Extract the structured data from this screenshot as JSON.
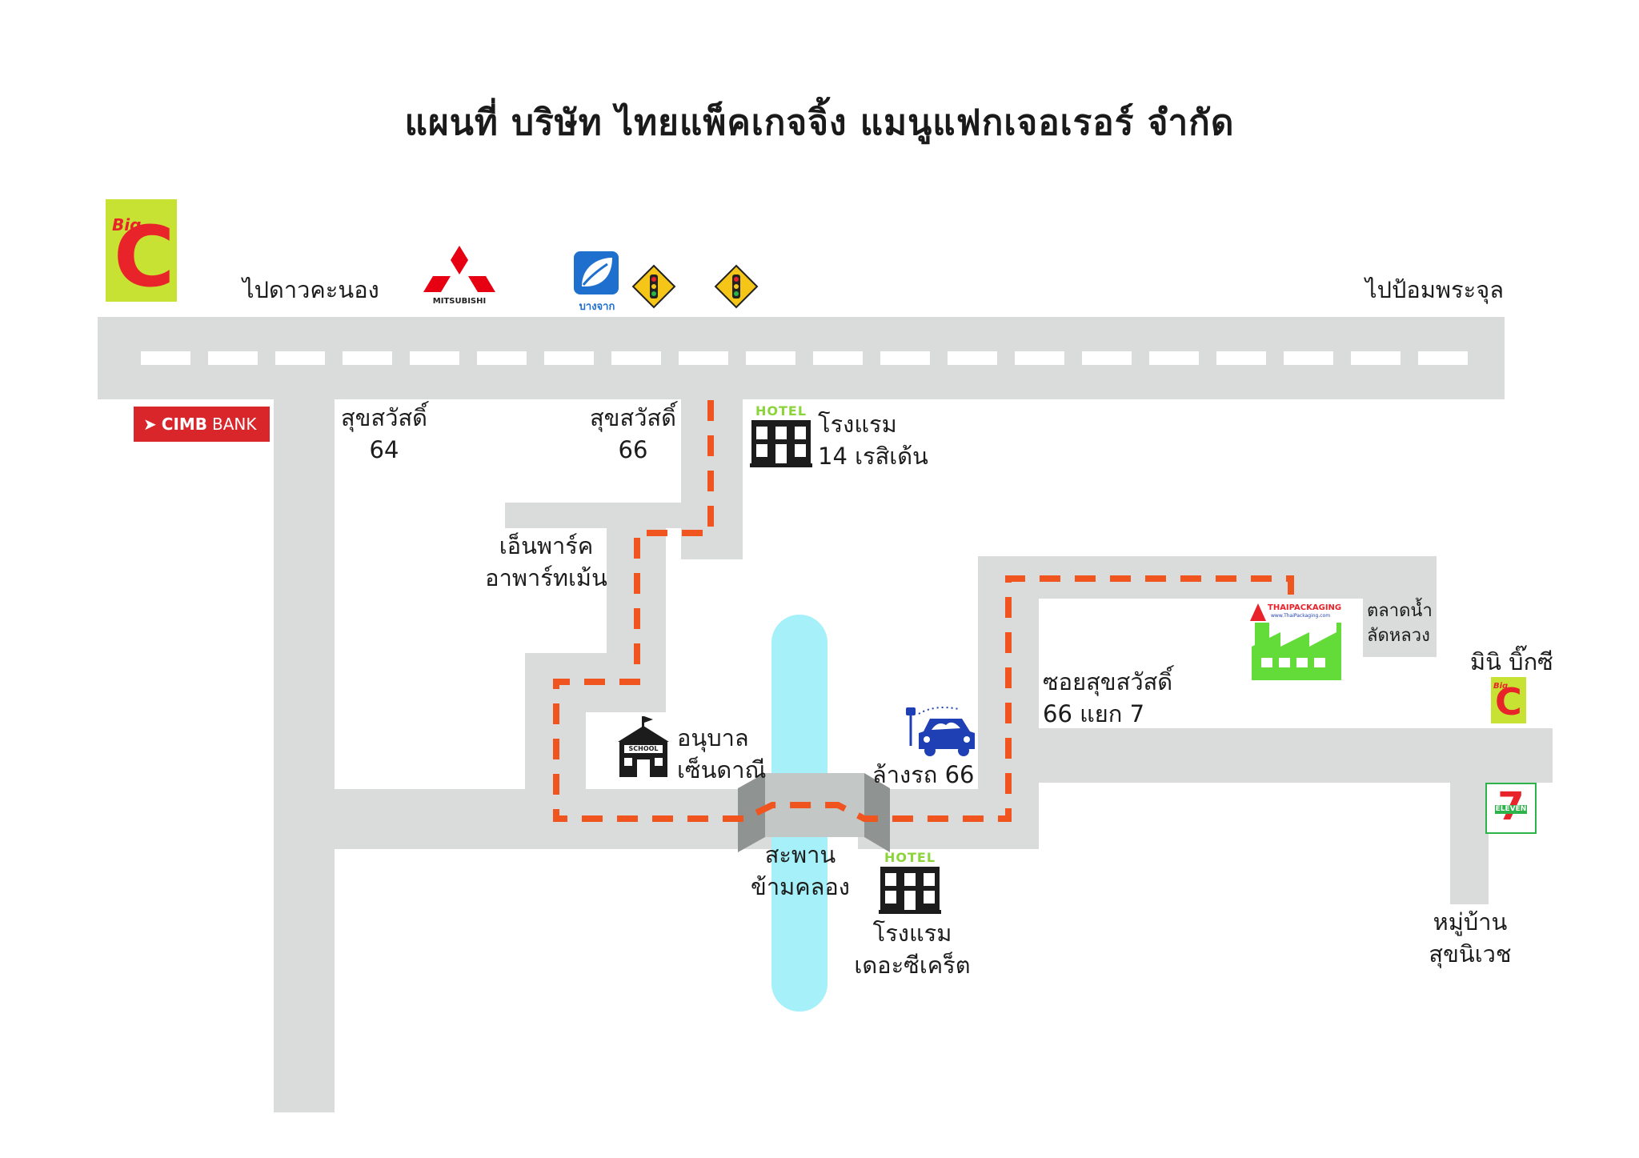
{
  "map": {
    "title": "แผนที่ บริษัท ไทยแพ็คเกจจิ้ง แมนูแฟกเจอเรอร์ จำกัด",
    "directions": {
      "west": "ไปดาวคะนอง",
      "east": "ไปป้อมพระจุล"
    },
    "soi": {
      "soi64": [
        "สุขสวัสดิ์",
        "64"
      ],
      "soi66": [
        "สุขสวัสดิ์",
        "66"
      ],
      "soi66_7": [
        "ซอยสุขสวัสดิ์",
        "66 แยก 7"
      ]
    },
    "landmarks": {
      "hotel_14": [
        "โรงแรม",
        "14 เรสิเด้น"
      ],
      "apartment": [
        "เอ็นพาร์ค",
        "อาพาร์ทเม้น"
      ],
      "school": [
        "อนุบาล",
        "เซ็นดาณี"
      ],
      "carwash": "ล้างรถ 66",
      "bridge": [
        "สะพาน",
        "ข้ามคลอง"
      ],
      "hotel_secret": [
        "โรงแรม",
        "เดอะซีเคร็ต"
      ],
      "market": [
        "ตลาดน้ำ",
        "ลัดหลวง"
      ],
      "mini_bigc": "มินิ บิ๊กซี",
      "village": [
        "หมู่บ้าน",
        "สุขนิเวช"
      ]
    },
    "logos": {
      "bigc_small": "Big",
      "bigc_letter": "C",
      "mitsubishi": "MITSUBISHI",
      "bangchak": "บางจาก",
      "cimb": "CIMB",
      "cimb_bank": "BANK",
      "hotel_sign": "HOTEL",
      "school_sign": "SCHOOL",
      "seven_eleven": "7",
      "eleven": "ELEVEN",
      "thaipackaging": "THAIPACKAGING",
      "thaipackaging_url": "www.ThaiPackaging.com"
    },
    "colors": {
      "road": "#d9dcdb",
      "route": "#f0541f",
      "canal": "#a6f0f9",
      "bigc_bg": "#c8e234",
      "bigc_red": "#e8232a",
      "factory": "#63dc3a",
      "cimb": "#d8262b",
      "bridge": "#8f9493",
      "signal": "#f5c518"
    },
    "icons": [
      "big-c-logo",
      "mitsubishi-logo",
      "bangchak-logo",
      "traffic-light-sign",
      "cimb-bank-logo",
      "hotel-icon",
      "school-icon",
      "car-wash-icon",
      "factory-icon",
      "seven-eleven-logo"
    ]
  }
}
